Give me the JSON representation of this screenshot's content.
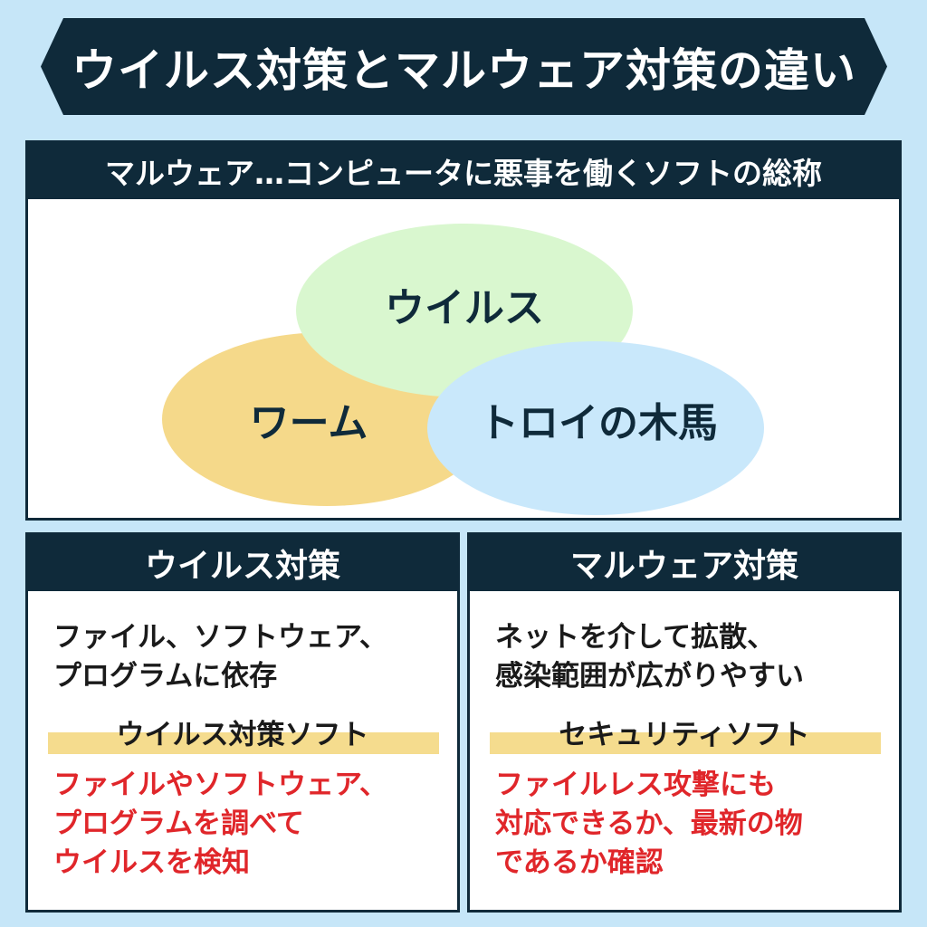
{
  "title": "ウイルス対策とマルウェア対策の違い",
  "section1": {
    "header": "マルウェア…コンピュータに悪事を働くソフトの総称",
    "circles": {
      "virus": "ウイルス",
      "worm": "ワーム",
      "trojan": "トロイの木馬"
    },
    "colors": {
      "virus": "#d9f7cf",
      "worm": "#f5d98a",
      "trojan": "#c9e8fb"
    }
  },
  "left": {
    "header": "ウイルス対策",
    "desc": [
      "ファイル、ソフトウェア、",
      "プログラムに依存"
    ],
    "tool": "ウイルス対策ソフト",
    "note": [
      "ファイルやソフトウェア、",
      "プログラムを調べて",
      "ウイルスを検知"
    ]
  },
  "right": {
    "header": "マルウェア対策",
    "desc": [
      "ネットを介して拡散、",
      "感染範囲が広がりやすい"
    ],
    "tool": "セキュリティソフト",
    "note": [
      "ファイルレス攻撃にも",
      "対応できるか、最新の物",
      "であるか確認"
    ]
  }
}
